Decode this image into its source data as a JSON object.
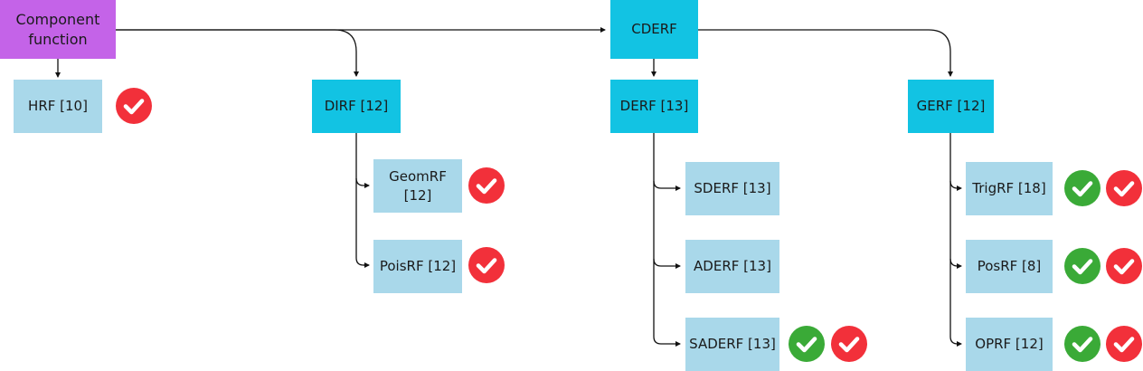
{
  "colors": {
    "root_box": "#c463e8",
    "primary_box": "#12c3e3",
    "leaf_box": "#a9d8ea",
    "check_red": "#f2303a",
    "check_green": "#3aaa37",
    "connector": "#111111"
  },
  "nodes": {
    "component_function": "Component function",
    "cderf": "CDERF",
    "hrf": "HRF [10]",
    "dirf": "DIRF [12]",
    "derf": "DERF [13]",
    "gerf": "GERF [12]",
    "geomrf": "GeomRF [12]",
    "poisrf": "PoisRF [12]",
    "sderf": "SDERF [13]",
    "aderf": "ADERF [13]",
    "saderf": "SADERF [13]",
    "trigrf": "TrigRF [18]",
    "posrf": "PosRF [8]",
    "oprf": "OPRF [12]"
  },
  "badges": {
    "hrf": [
      "red"
    ],
    "geomrf": [
      "red"
    ],
    "poisrf": [
      "red"
    ],
    "saderf": [
      "green",
      "red"
    ],
    "trigrf": [
      "green",
      "red"
    ],
    "posrf": [
      "green",
      "red"
    ],
    "oprf": [
      "green",
      "red"
    ]
  },
  "check_icon": "checkmark-icon"
}
